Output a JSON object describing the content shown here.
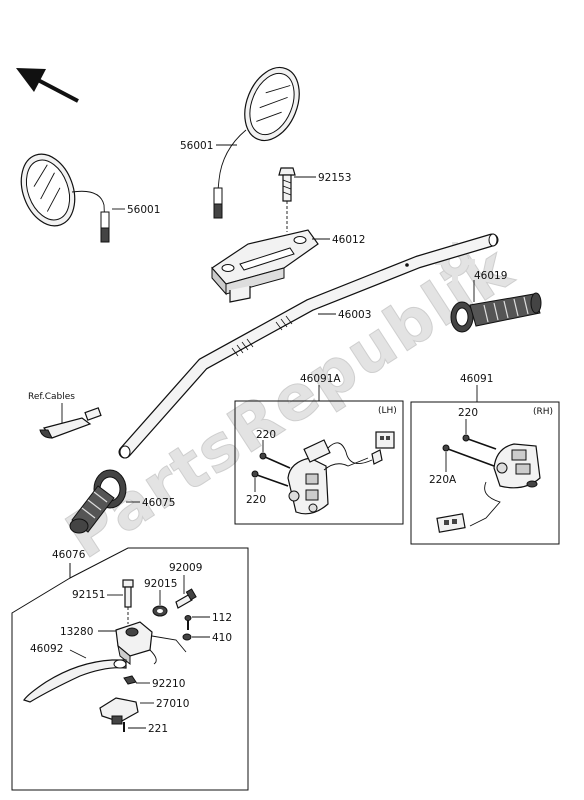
{
  "watermark": "PartsRepublik",
  "labels": {
    "mirror_left": "56001",
    "mirror_right": "56001",
    "bolt_92153": "92153",
    "holder_46012": "46012",
    "handlebar": "46003",
    "grip_right": "46019",
    "grip_left": "46075",
    "ref_cables": "Ref.Cables",
    "switch_lh": "46091A",
    "switch_rh": "46091",
    "lh_tag": "(LH)",
    "rh_tag": "(RH)",
    "screw_lh_1": "220",
    "screw_lh_2": "220",
    "screw_rh_1": "220",
    "screw_rh_2": "220A",
    "lever_assy": "46076",
    "p92009": "92009",
    "p92015": "92015",
    "p92151": "92151",
    "p112": "112",
    "p13280": "13280",
    "p410": "410",
    "p46092": "46092",
    "p92210": "92210",
    "p27010": "27010",
    "p221": "221"
  }
}
